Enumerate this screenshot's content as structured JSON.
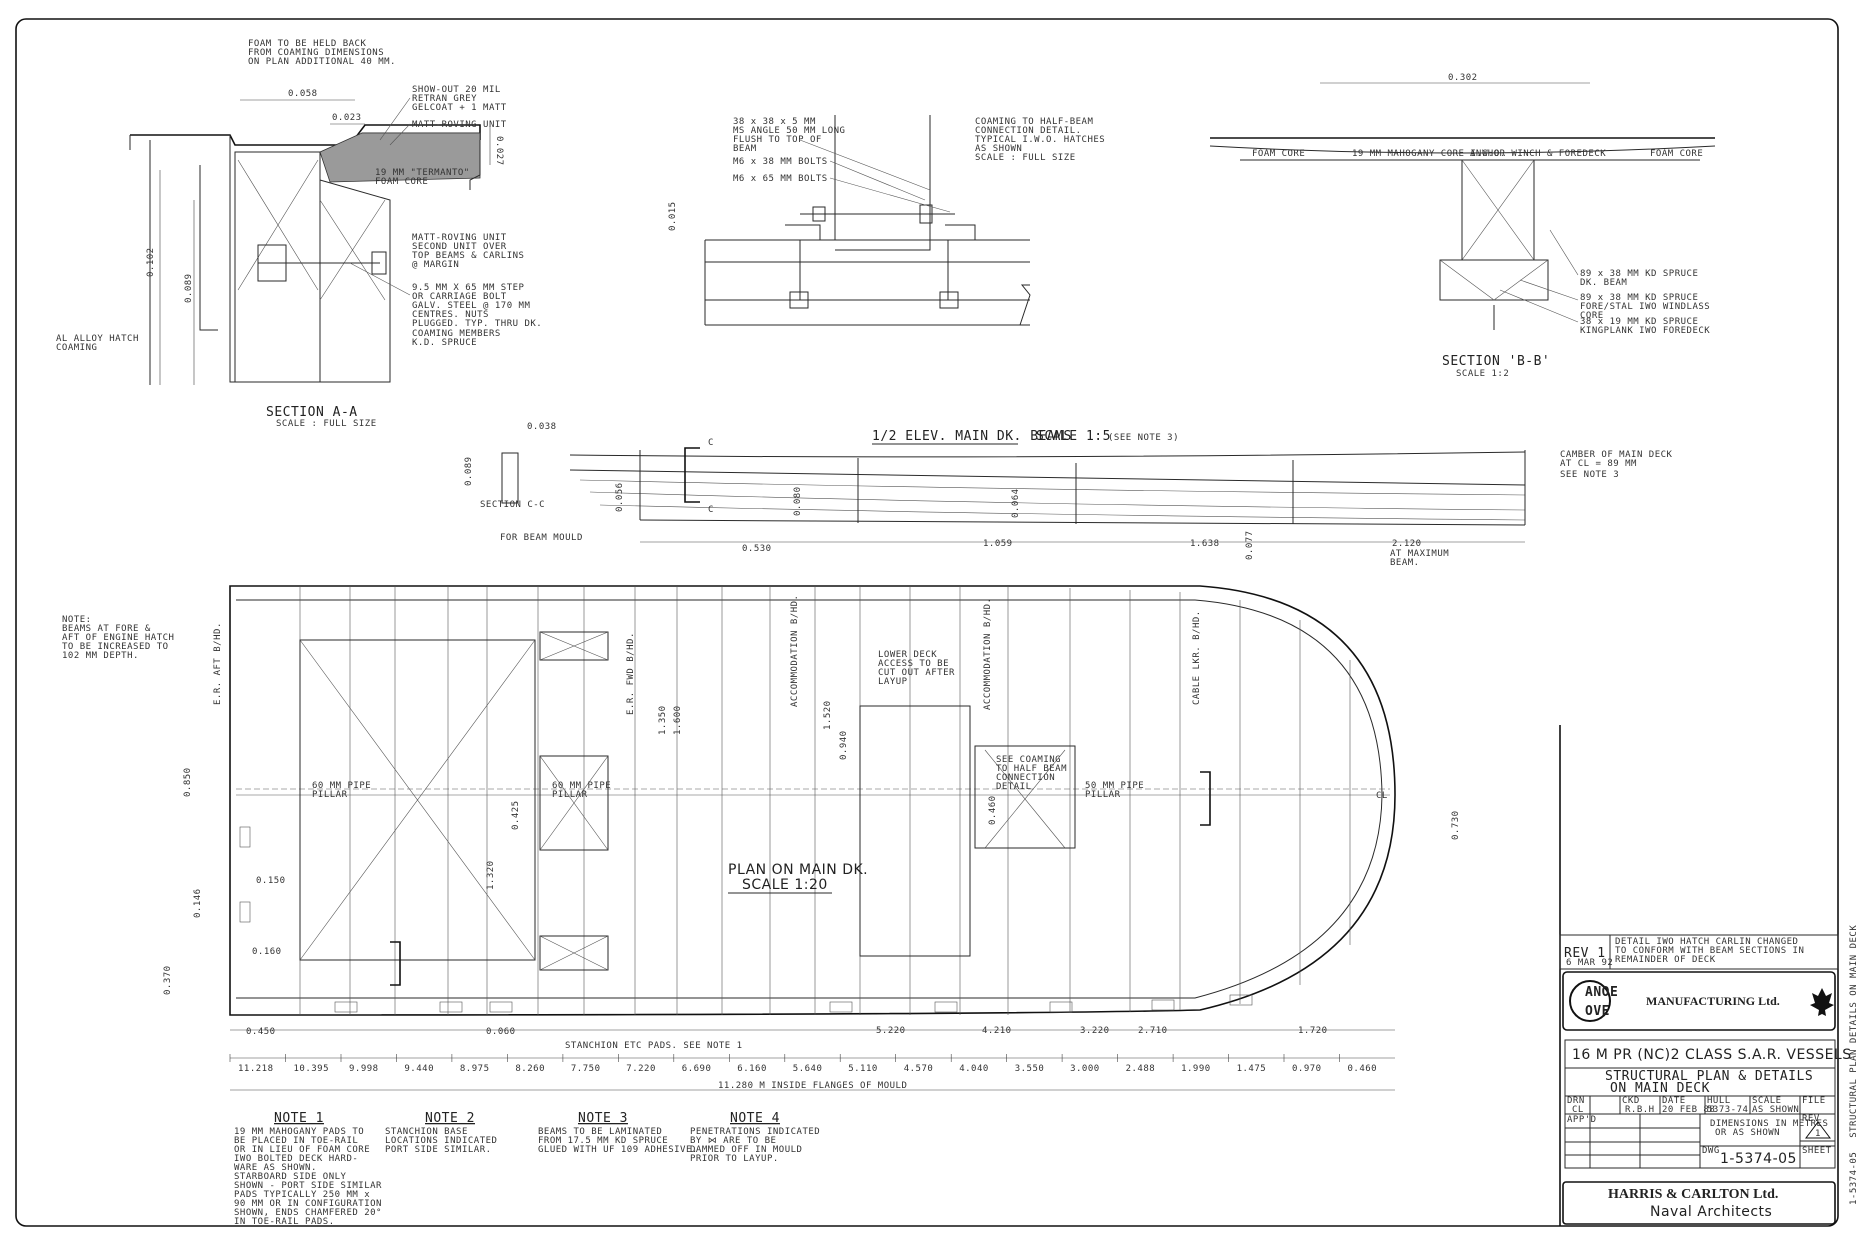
{
  "section_aa": {
    "note_top": [
      "FOAM TO BE HELD BACK",
      "FROM COAMING DIMENSIONS",
      "ON PLAN ADDITIONAL 40 MM."
    ],
    "dim_top": "0.058",
    "dim_small": "0.023",
    "dim_right": "0.027",
    "dim_left1": "0.102",
    "dim_left2": "0.089",
    "callout1": [
      "SHOW-OUT 20 MIL",
      "RETRAN GREY",
      "GELCOAT + 1 MATT"
    ],
    "callout2": "MATT-ROVING UNIT",
    "core": [
      "19 MM \"TERMANTO\"",
      "FOAM CORE"
    ],
    "callout3": [
      "MATT-ROVING UNIT",
      "SECOND UNIT OVER",
      "TOP BEAMS & CARLINS",
      "@ MARGIN"
    ],
    "callout4": [
      "9.5 MM X 65 MM STEP",
      "OR CARRIAGE BOLT",
      "GALV. STEEL @ 170 MM",
      "CENTRES. NUTS",
      "PLUGGED. TYP. THRU DK."
    ],
    "callout5": [
      "COAMING MEMBERS",
      "K.D. SPRUCE"
    ],
    "left_label": [
      "AL ALLOY HATCH",
      "COAMING"
    ],
    "title": "SECTION A-A",
    "scale": "SCALE : FULL SIZE"
  },
  "coaming_detail": {
    "callout1": [
      "38 x 38 x 5 MM",
      "MS ANGLE 50 MM LONG",
      "FLUSH TO TOP OF",
      "BEAM"
    ],
    "callout2": "M6 x 38 MM BOLTS",
    "callout3": "M6 x 65 MM BOLTS",
    "title": [
      "COAMING TO HALF-BEAM",
      "CONNECTION DETAIL.",
      "TYPICAL I.W.O. HATCHES",
      "AS SHOWN"
    ],
    "scale": "SCALE : FULL SIZE",
    "dim": "0.015"
  },
  "section_bb": {
    "dim_top": "0.302",
    "core_labels": [
      "FOAM CORE",
      "19 MM MAHOGANY CORE I.W.O.",
      "ANCHOR WINCH & FOREDECK",
      "FOAM CORE"
    ],
    "callout1": [
      "89 x 38 MM KD SPRUCE",
      "DK. BEAM"
    ],
    "callout2": [
      "89 x 38 MM KD SPRUCE",
      "FORE/STAL IWO WINDLASS",
      "CORE"
    ],
    "callout3": [
      "38 x 19 MM KD SPRUCE",
      "KINGPLANK IWO FOREDECK"
    ],
    "title": "SECTION 'B-B'",
    "scale": "SCALE 1:2"
  },
  "elevation": {
    "title": "1/2 ELEV. MAIN DK. BEAMS",
    "scale": "SCALE 1:5",
    "see_note": "(SEE NOTE 3)",
    "section_cc": "SECTION C-C",
    "dim_038": "0.038",
    "dim_089": "0.089",
    "mould": "FOR BEAM MOULD",
    "camber": [
      "CAMBER OF MAIN DECK",
      "AT CL = 89 MM",
      "SEE NOTE 3"
    ],
    "dims": [
      "0.530",
      "1.059",
      "1.638",
      "2.120"
    ],
    "vdims": [
      "0.056",
      "0.080",
      "0.064",
      "0.077"
    ],
    "at_max": [
      "AT MAXIMUM",
      "BEAM."
    ],
    "c_mark": "C"
  },
  "plan": {
    "note": [
      "NOTE:",
      "BEAMS AT FORE &",
      "AFT OF ENGINE HATCH",
      "TO BE INCREASED TO",
      "102 MM DEPTH."
    ],
    "title": "PLAN ON MAIN DK.",
    "scale": "SCALE 1:20",
    "bulkheads": [
      "E.R. AFT B/HD.",
      "E.R. FWD B/HD.",
      "ACCOMMODATION B/HD.",
      "ACCOMMODATION B/HD.",
      "CABLE LKR. B/HD."
    ],
    "pillar1": [
      "60 MM PIPE",
      "PILLAR"
    ],
    "pillar2": [
      "60 MM PIPE",
      "PILLAR"
    ],
    "pillar3": [
      "50 MM PIPE",
      "PILLAR"
    ],
    "lower_deck": [
      "LOWER DECK",
      "ACCESS TO BE",
      "CUT OUT AFTER",
      "LAYUP"
    ],
    "see_coaming": [
      "SEE COAMING",
      "TO HALF BEAM",
      "CONNECTION",
      "DETAIL"
    ],
    "vdims": [
      "0.425",
      "1.320",
      "1.350",
      "1.600",
      "1.520",
      "0.940",
      "0.460",
      "0.730",
      "0.850",
      "0.150",
      "0.160",
      "0.370",
      "0.146"
    ],
    "stanchion": "STANCHION ETC PADS. SEE NOTE 1",
    "dims_top": [
      "0.450",
      "0.060",
      "5.220",
      "4.210",
      "3.220",
      "2.710",
      "1.720"
    ],
    "dims_row": [
      "11.218",
      "10.395",
      "9.998",
      "9.440",
      "8.975",
      "8.260",
      "7.750",
      "7.220",
      "6.690",
      "6.160",
      "5.640",
      "5.110",
      "4.570",
      "4.040",
      "3.550",
      "3.000",
      "2.488",
      "1.990",
      "1.475",
      "0.970",
      "0.460"
    ],
    "overall": "11.280 M INSIDE FLANGES OF MOULD",
    "cl": "CL"
  },
  "notes": [
    {
      "title": "NOTE 1",
      "lines": [
        "19 MM MAHOGANY PADS TO",
        "BE PLACED IN TOE-RAIL",
        "OR IN LIEU OF FOAM CORE",
        "IWO BOLTED DECK HARD-",
        "WARE AS SHOWN.",
        "STARBOARD SIDE ONLY",
        "SHOWN - PORT SIDE SIMILAR",
        "PADS TYPICALLY 250 MM x",
        "90 MM OR IN CONFIGURATION",
        "SHOWN, ENDS CHAMFERED 20°",
        "IN TOE-RAIL PADS."
      ]
    },
    {
      "title": "NOTE 2",
      "lines": [
        "STANCHION BASE",
        "LOCATIONS INDICATED",
        "PORT SIDE SIMILAR."
      ]
    },
    {
      "title": "NOTE 3",
      "lines": [
        "BEAMS TO BE LAMINATED",
        "FROM 17.5 MM KD SPRUCE",
        "GLUED WITH UF 109 ADHESIVE."
      ]
    },
    {
      "title": "NOTE 4",
      "lines": [
        "PENETRATIONS INDICATED",
        "BY ⋈ ARE TO BE",
        "DAMMED OFF IN MOULD",
        "PRIOR TO LAYUP."
      ]
    }
  ],
  "revision": {
    "rev": "REV 1",
    "date": "6 MAR 92",
    "text": [
      "DETAIL IWO HATCH CARLIN CHANGED",
      "TO CONFORM WITH BEAM SECTIONS IN",
      "REMAINDER OF DECK"
    ]
  },
  "title_block": {
    "company_logo_top": "ANOE",
    "company_logo_bottom": "OVE",
    "company": "MANUFACTURING Ltd.",
    "project": "16 M PR (NC)2 CLASS S.A.R. VESSELS",
    "drawing_title": [
      "STRUCTURAL PLAN & DETAILS",
      "ON MAIN DECK"
    ],
    "drn_label": "DRN",
    "drn": "CL",
    "ckd_label": "CKD",
    "ckd": "R.B.H",
    "date_label": "DATE",
    "date": "20 FEB 88",
    "hull_label": "HULL",
    "hull": "5373-74",
    "scale_label": "SCALE",
    "scale": "AS SHOWN",
    "file_label": "FILE",
    "appd_label": "APP'D",
    "dims_note": [
      "DIMENSIONS IN METRES",
      "OR AS SHOWN"
    ],
    "rev_label": "REV",
    "rev": "1",
    "dwg_label": "DWG",
    "dwg": "1-5374-05",
    "sheet_label": "SHEET",
    "architect": "HARRIS & CARLTON Ltd.",
    "architect_sub": "Naval Architects"
  },
  "margin_stamp": [
    "1-5374-05",
    "STRUCTURAL PLAN DETAILS ON MAIN DECK"
  ]
}
